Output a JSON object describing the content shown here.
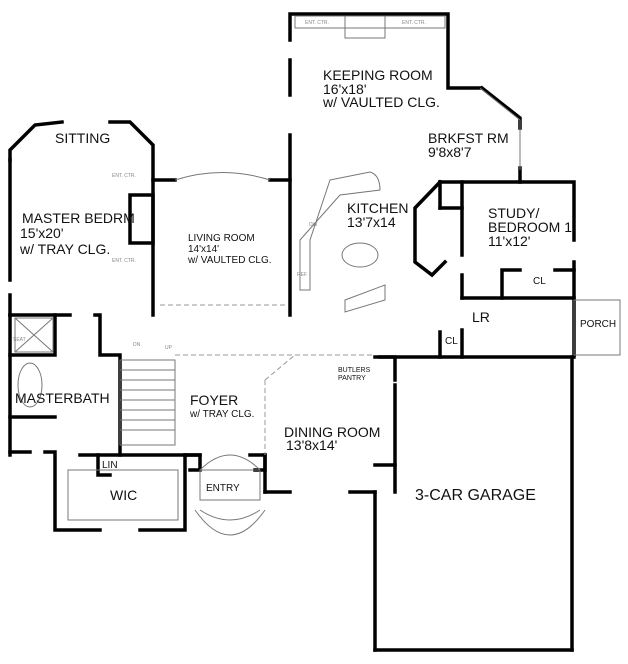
{
  "rooms": {
    "keeping": {
      "name": "KEEPING ROOM",
      "size": "16'x18'",
      "note": "w/ VAULTED CLG."
    },
    "brkfst": {
      "name": "BRKFST RM",
      "size": "9'8x8'7"
    },
    "kitchen": {
      "name": "KITCHEN",
      "size": "13'7x14"
    },
    "study": {
      "name": "STUDY/",
      "name2": "BEDROOM 1",
      "size": "11'x12'"
    },
    "sitting": {
      "name": "SITTING"
    },
    "master": {
      "name": "MASTER BEDRM",
      "size": "15'x20'",
      "note": "w/ TRAY CLG."
    },
    "living": {
      "name": "LIVING ROOM",
      "size": "14'x14'",
      "note": "w/ VAULTED CLG."
    },
    "masterbath": {
      "name": "MASTERBATH"
    },
    "foyer": {
      "name": "FOYER",
      "note": "w/ TRAY CLG."
    },
    "dining": {
      "name": "DINING ROOM",
      "size": "13'8x14'"
    },
    "butlers": {
      "name": "BUTLERS",
      "name2": "PANTRY"
    },
    "garage": {
      "name": "3-CAR GARAGE"
    },
    "wic": {
      "name": "WIC"
    },
    "lin": {
      "name": "LIN"
    },
    "entry": {
      "name": "ENTRY"
    },
    "lr": {
      "name": "LR"
    },
    "cl1": {
      "name": "CL"
    },
    "cl2": {
      "name": "CL"
    },
    "porch": {
      "name": "PORCH"
    }
  },
  "fixtures": {
    "ent_ctr": "ENT. CTR.",
    "seat": "SEAT",
    "dn": "DN",
    "up": "UP",
    "ref": "REF",
    "dw": "DW"
  }
}
